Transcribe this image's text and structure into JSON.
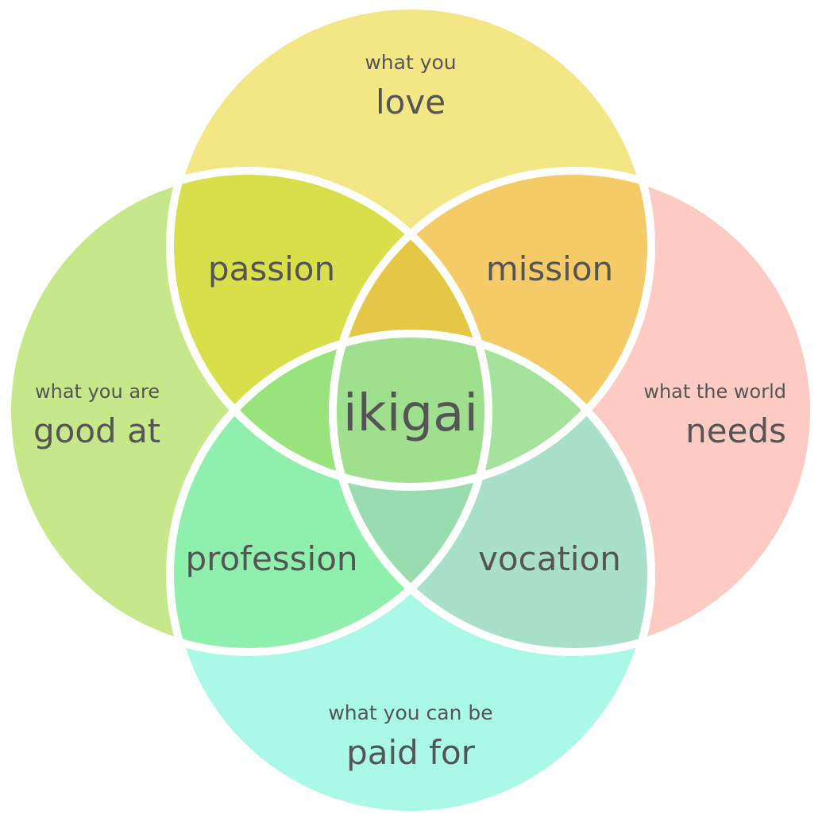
{
  "circles": {
    "love": {
      "small": "what you",
      "big": "love",
      "color": "#f3e685"
    },
    "good_at": {
      "small": "what you are",
      "big": "good at",
      "color": "#c7e88a"
    },
    "world_needs": {
      "small": "what the world",
      "big": "needs",
      "color": "#fdcbc3"
    },
    "paid_for": {
      "small": "what you can be",
      "big": "paid for",
      "color": "#a9f9e6"
    }
  },
  "overlaps": {
    "passion": {
      "label": "passion",
      "color": "#d9df4a"
    },
    "mission": {
      "label": "mission",
      "color": "#f4cb66"
    },
    "profession": {
      "label": "profession",
      "color": "#8ff0ae"
    },
    "vocation": {
      "label": "vocation",
      "color": "#a9e0ca"
    }
  },
  "center": {
    "label": "ikigai",
    "color": "#9fe08e"
  },
  "lens_colors": {
    "top": "#e4c744",
    "left": "#98e37c",
    "right": "#a5e39c",
    "bottom": "#98dcb0"
  },
  "stroke_color": "#ffffff"
}
